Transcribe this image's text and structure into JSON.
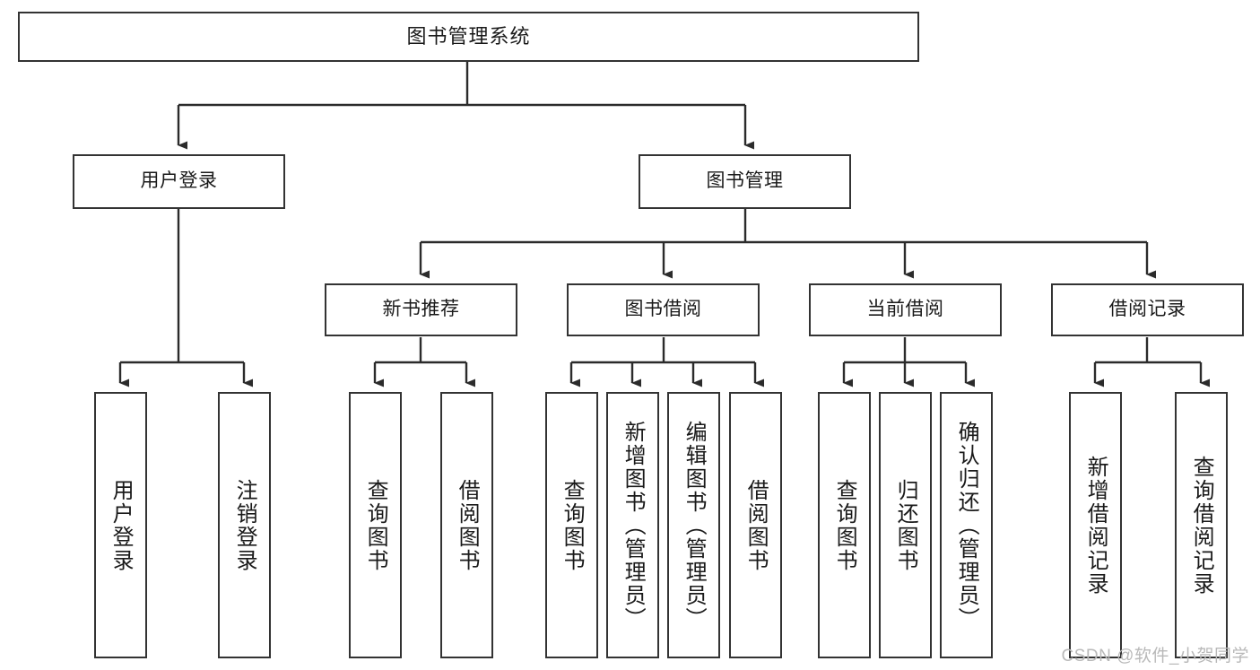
{
  "diagram": {
    "title": "图书管理系统",
    "type": "tree-hierarchy-diagram",
    "theme": {
      "background": "#ffffff",
      "box_border": "#333333",
      "box_fill": "#ffffff",
      "text": "#1a1a1a",
      "connector": "#2b2b2b",
      "watermark_color": "#b9b9b9"
    },
    "root": {
      "label": "图书管理系统"
    },
    "level2": [
      {
        "label": "用户登录"
      },
      {
        "label": "图书管理"
      }
    ],
    "level3": [
      {
        "label": "新书推荐"
      },
      {
        "label": "图书借阅"
      },
      {
        "label": "当前借阅"
      },
      {
        "label": "借阅记录"
      }
    ],
    "leaves": {
      "user_login": [
        {
          "label": "用户登录"
        },
        {
          "label": "注销登录"
        }
      ],
      "new_book_recommend": [
        {
          "label": "查询图书"
        },
        {
          "label": "借阅图书"
        }
      ],
      "book_borrow": [
        {
          "label": "查询图书"
        },
        {
          "label": "新增图书（管理员）"
        },
        {
          "label": "编辑图书（管理员）"
        },
        {
          "label": "借阅图书"
        }
      ],
      "current_borrow": [
        {
          "label": "查询图书"
        },
        {
          "label": "归还图书"
        },
        {
          "label": "确认归还（管理员）"
        }
      ],
      "borrow_record": [
        {
          "label": "新增借阅记录"
        },
        {
          "label": "查询借阅记录"
        }
      ]
    }
  },
  "watermark": {
    "text": "CSDN @软件_小贺同学"
  }
}
